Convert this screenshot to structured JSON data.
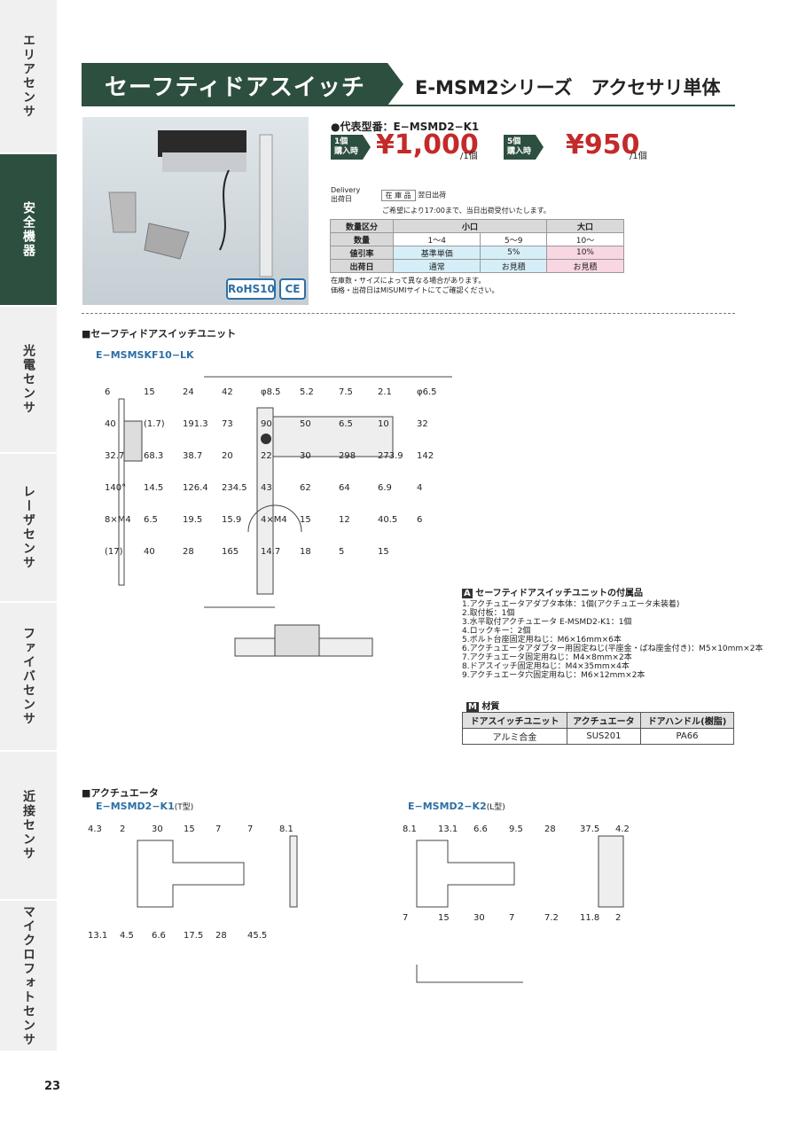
{
  "sidebar": {
    "tabs": [
      "エリアセンサ",
      "安全機器",
      "光電センサ",
      "レーザセンサ",
      "ファイバセンサ",
      "近接センサ",
      "マイクロフォトセンサ"
    ],
    "active": 1
  },
  "page_number": "23",
  "header": {
    "title": "セーフティドアスイッチ",
    "subtitle": "E-MSM2シリーズ　アクセサリ単体"
  },
  "badges": {
    "rohs": "RoHS10",
    "ce": "CE"
  },
  "representative": "●代表型番：E−MSMD2−K1",
  "pricing": [
    {
      "tag": "1個\n購入時",
      "price": "¥1,000",
      "unit": "/1個"
    },
    {
      "tag": "5個\n購入時",
      "price": "¥950",
      "unit": "/1個"
    }
  ],
  "delivery": {
    "label": "Delivery\n出荷日",
    "stock": "在 庫 品",
    "next_day": "翌日出荷",
    "note": "ご希望により17:00まで、当日出荷受付いたします。"
  },
  "volume_table": {
    "header": [
      "数量区分",
      "小口",
      "",
      "大口"
    ],
    "rows": [
      [
        "数量",
        "1〜4",
        "5〜9",
        "10〜"
      ],
      [
        "値引率",
        "基準単価",
        "5%",
        "10%"
      ],
      [
        "出荷日",
        "通常",
        "お見積",
        "お見積"
      ]
    ]
  },
  "stock_note": [
    "在庫数・サイズによって異なる場合があります。",
    "価格・出荷日はMISUMIサイトにてご確認ください。"
  ],
  "section_unit": {
    "title": "■セーフティドアスイッチユニット",
    "model": "E−MSMSKF10−LK"
  },
  "accessories": {
    "title": "セーフティドアスイッチユニットの付属品",
    "items": [
      "1.アクチュエータアダプタ本体：1個(アクチュエータ未装着)",
      "2.取付板：1個",
      "3.水平取付アクチュエータ E-MSMD2-K1：1個",
      "4.ロックキー：2個",
      "5.ボルト台座固定用ねじ：M6×16mm×6本",
      "6.アクチュエータアダプター用固定ねじ(平座金・ばね座金付き)：M5×10mm×2本",
      "7.アクチュエータ固定用ねじ：M4×8mm×2本",
      "8.ドアスイッチ固定用ねじ：M4×35mm×4本",
      "9.アクチュエータ穴固定用ねじ：M6×12mm×2本"
    ]
  },
  "material": {
    "title": "材質",
    "headers": [
      "ドアスイッチユニット",
      "アクチュエータ",
      "ドアハンドル(樹脂)"
    ],
    "values": [
      "アルミ合金",
      "SUS201",
      "PA66"
    ]
  },
  "section_actuator": {
    "title": "■アクチュエータ",
    "model1": "E−MSMD2−K1",
    "type1": "(T型)",
    "model2": "E−MSMD2−K2",
    "type2": "(L型)"
  },
  "dims_unit": [
    "6",
    "15",
    "24",
    "42",
    "φ8.5",
    "5.2",
    "7.5",
    "2.1",
    "φ6.5",
    "40",
    "(1.7)",
    "191.3",
    "73",
    "90",
    "50",
    "6.5",
    "10",
    "32",
    "32.7",
    "68.3",
    "38.7",
    "20",
    "22",
    "30",
    "298",
    "273.9",
    "142",
    "140°",
    "14.5",
    "126.4",
    "234.5",
    "43",
    "62",
    "64",
    "6.9",
    "4",
    "8×M4",
    "6.5",
    "19.5",
    "15.9",
    "4×M4",
    "15",
    "12",
    "40.5",
    "6",
    "(17)",
    "40",
    "28",
    "165",
    "14.7",
    "18",
    "5",
    "15"
  ],
  "dims_k1": [
    "4.3",
    "2",
    "30",
    "15",
    "7",
    "7",
    "8.1",
    "13.1",
    "4.5",
    "6.6",
    "17.5",
    "28",
    "45.5"
  ],
  "dims_k2": [
    "8.1",
    "13.1",
    "6.6",
    "9.5",
    "28",
    "37.5",
    "4.2",
    "7",
    "15",
    "30",
    "7",
    "7.2",
    "11.8",
    "2"
  ]
}
